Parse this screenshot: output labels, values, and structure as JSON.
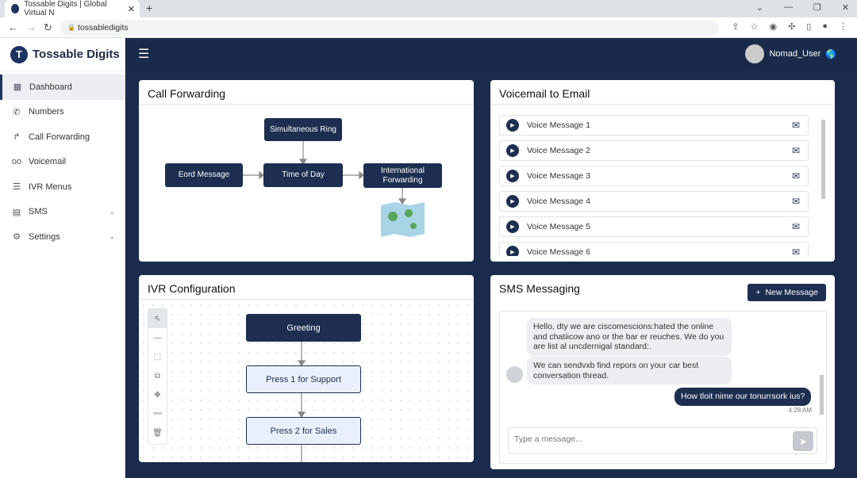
{
  "browser": {
    "tab_title": "Tossable Digits | Global Virtual N",
    "url": "tossabledigits"
  },
  "sidebar": {
    "brand": "Tossable Digits",
    "items": [
      {
        "label": "Dashboard",
        "icon": "dashboard-icon"
      },
      {
        "label": "Numbers",
        "icon": "phone-icon"
      },
      {
        "label": "Call Forwarding",
        "icon": "call-forward-icon"
      },
      {
        "label": "Voicemail",
        "icon": "voicemail-icon"
      },
      {
        "label": "IVR Menus",
        "icon": "list-icon"
      },
      {
        "label": "SMS",
        "icon": "sms-icon"
      },
      {
        "label": "Settings",
        "icon": "gear-icon"
      }
    ]
  },
  "header": {
    "username": "Nomad_User"
  },
  "call_forwarding": {
    "title": "Call Forwarding",
    "nodes": {
      "sim": "Simultaneous Ring",
      "eord": "Eord Message",
      "tod": "Time of Day",
      "intl": "International Forwarding"
    }
  },
  "voicemail": {
    "title": "Voicemail to Email",
    "messages": [
      "Voice Message 1",
      "Voice Message 2",
      "Voice Message 3",
      "Voice Message 4",
      "Voice Message 5",
      "Voice Message 6"
    ]
  },
  "ivr": {
    "title": "IVR Configuration",
    "nodes": {
      "greeting": "Greeting",
      "p1": "Press 1 for Support",
      "p2": "Press 2 for Sales"
    },
    "tool_text": "xmul"
  },
  "sms": {
    "title": "SMS Messaging",
    "new_message": "New Message",
    "messages": [
      {
        "text": "Hello, dty we are ciscomescions:hated the online and chatiicow ano or the bar er reuches. We do you are list al uncdernigal standard:."
      },
      {
        "text": "We can sendvxb find repors on your car best conversation thread."
      },
      {
        "text": "How tloit nime our tonurrsork ius?",
        "time": "4:28 AM"
      }
    ],
    "placeholder": "Type a message..."
  },
  "colors": {
    "navy": "#1b2b4d",
    "accent": "#1d2e50"
  }
}
